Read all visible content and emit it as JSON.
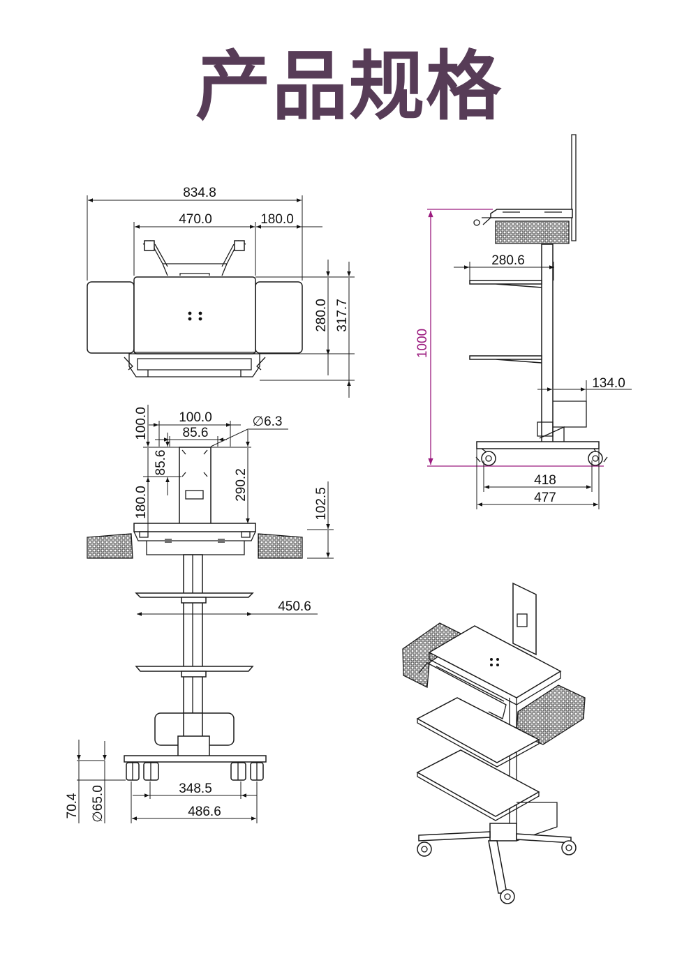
{
  "title": "产品规格",
  "colors": {
    "title": "#573c57",
    "height_dimension": "#9b1a7e",
    "line": "#1a1a1a"
  },
  "top_view": {
    "overall_width": "834.8",
    "plate_width": "470.0",
    "basket_width": "180.0",
    "plate_depth": "280.0",
    "overall_depth": "317.7"
  },
  "side_view": {
    "shelf_depth": "280.6",
    "total_height": "1000",
    "holder_width": "134.0",
    "wheel_span": "418",
    "base_depth": "477"
  },
  "front_view": {
    "vesa_outer": "100.0",
    "vesa_inner": "85.6",
    "hole_diameter": "∅6.3",
    "vesa_top_offset": "100.0",
    "vesa_vertical": "85.6",
    "vesa_bottom_offset": "180.0",
    "mast_height": "290.2",
    "basket_height": "102.5",
    "shelf_width": "450.6",
    "wheel_inner_span": "348.5",
    "base_width": "486.6",
    "base_height": "70.4",
    "wheel_diameter": "∅65.0"
  }
}
